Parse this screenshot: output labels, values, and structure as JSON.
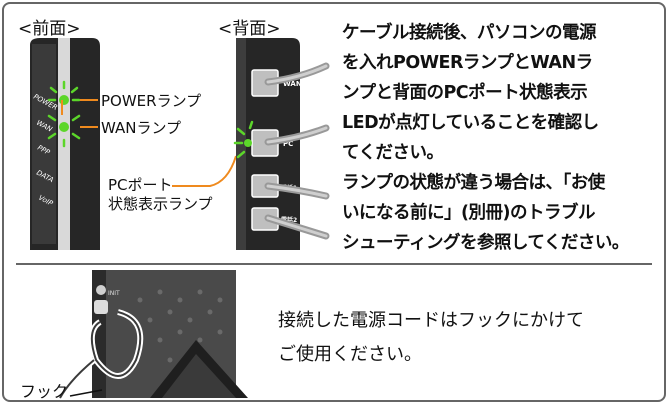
{
  "front": {
    "caption": "<前面>",
    "port_labels": [
      "POWER",
      "WAN",
      "PPP",
      "DATA",
      "VoIP"
    ],
    "callouts": {
      "power": "POWERランプ",
      "wan": "WANランプ",
      "pc_line1": "PCポート",
      "pc_line2": "状態表示ランプ"
    }
  },
  "back": {
    "caption": "<背面>",
    "port_labels": [
      "WAN",
      "PC",
      "電話1",
      "電話2"
    ]
  },
  "instructions_top": {
    "lines": [
      "ケーブル接続後、パソコンの電源",
      "を入れPOWERランプとWANラ",
      "ンプと背面のPCポート状態表示",
      "LEDが点灯していることを確認し",
      "てください。",
      "ランプの状態が違う場合は、「お使",
      "いになる前に」(別冊)のトラブル",
      "シューティングを参照してください。"
    ]
  },
  "bottom": {
    "hook_label": "フック",
    "device_label": "INIT",
    "instruction_lines": [
      "接続した電源コードはフックにかけて",
      "ご使用ください。"
    ]
  },
  "colors": {
    "accent_orange": "#ef8a1e",
    "lamp_green": "#5cd62a",
    "device_dark": "#2a2a2a",
    "border": "#666666"
  }
}
